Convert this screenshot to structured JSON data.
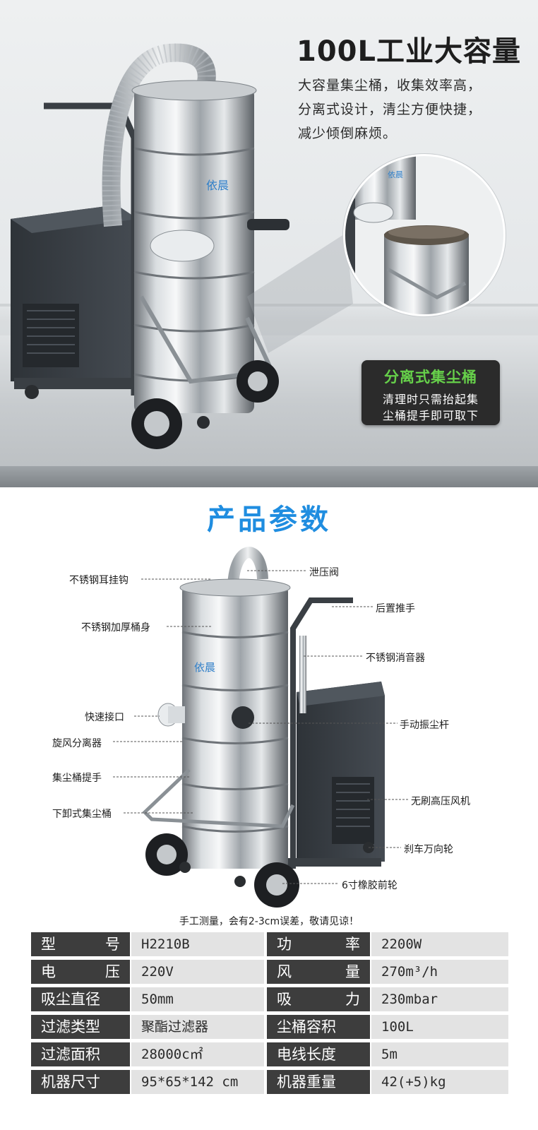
{
  "hero": {
    "title": "100L工业大容量",
    "desc": [
      "大容量集尘桶，收集效率高，",
      "分离式设计，清尘方便快捷，",
      "减少倾倒麻烦。"
    ],
    "brand": "依晨",
    "zoom_brand": "依晨",
    "badge_title": "分离式集尘桶",
    "badge_lines": [
      "清理时只需抬起集",
      "尘桶提手即可取下"
    ]
  },
  "params": {
    "title": "产品参数",
    "brand": "依晨",
    "callouts": {
      "ear_hook": "不锈钢耳挂钩",
      "thick_body": "不锈钢加厚桶身",
      "quick_port": "快速接口",
      "cyclone": "旋风分离器",
      "bucket_handle": "集尘桶提手",
      "bottom_bucket": "下卸式集尘桶",
      "relief_valve": "泄压阀",
      "rear_handle": "后置推手",
      "silencer": "不锈钢消音器",
      "shaker": "手动振尘杆",
      "blower": "无刷高压风机",
      "brake_caster": "刹车万向轮",
      "front_wheel": "6寸橡胶前轮"
    },
    "note": "手工测量，会有2-3cm误差，敬请见谅！"
  },
  "specs": [
    {
      "k1": [
        "型",
        "号"
      ],
      "v1": "H2210B",
      "k2": [
        "功",
        "率"
      ],
      "v2": "2200W"
    },
    {
      "k1": [
        "电",
        "压"
      ],
      "v1": "220V",
      "k2": [
        "风",
        "量"
      ],
      "v2": "270m³/h"
    },
    {
      "k1": [
        "吸尘直径"
      ],
      "v1": "50mm",
      "k2": [
        "吸",
        "力"
      ],
      "v2": "230mbar"
    },
    {
      "k1": [
        "过滤类型"
      ],
      "v1": "聚酯过滤器",
      "k2": [
        "尘桶容积"
      ],
      "v2": "100L"
    },
    {
      "k1": [
        "过滤面积"
      ],
      "v1": "28000c㎡",
      "k2": [
        "电线长度"
      ],
      "v2": "5m"
    },
    {
      "k1": [
        "机器尺寸"
      ],
      "v1": "95*65*142 cm",
      "k2": [
        "机器重量"
      ],
      "v2": "42(+5)kg"
    }
  ],
  "colors": {
    "accent": "#1f8de0",
    "badge_green": "#66d04a",
    "table_key": "#3d3d3d",
    "table_val": "#e3e3e3"
  }
}
